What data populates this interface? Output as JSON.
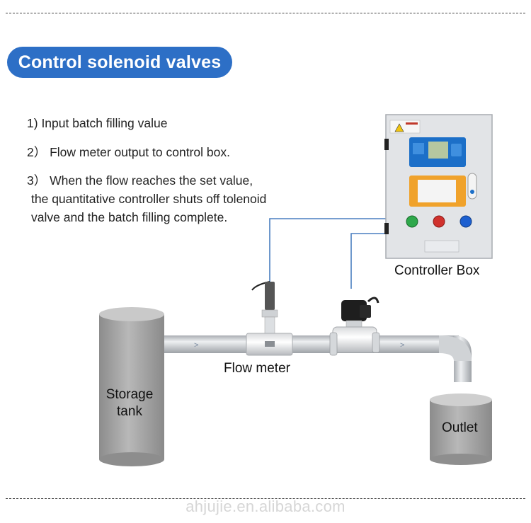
{
  "title": "Control solenoid valves",
  "steps": [
    {
      "number": "1)",
      "text": "Input batch filling value"
    },
    {
      "number": "2）",
      "text": "Flow meter output to control box."
    },
    {
      "number": "3）",
      "line1": "When the flow reaches the set value,",
      "line2": "the quantitative controller shuts off tolenoid",
      "line3": "valve and the batch filling complete."
    }
  ],
  "labels": {
    "controller_box": "Controller Box",
    "flow_meter": "Flow meter",
    "storage_tank_line1": "Storage",
    "storage_tank_line2": "tank",
    "outlet": "Outlet"
  },
  "watermark": "ahjujie.en.alibaba.com",
  "colors": {
    "title_bg": "#2d6fc6",
    "pipe": "#c9ccd0",
    "tank": "#9a9a9a",
    "cabinet": "#e3e5e8",
    "signal_wire": "#4a7fc0"
  }
}
